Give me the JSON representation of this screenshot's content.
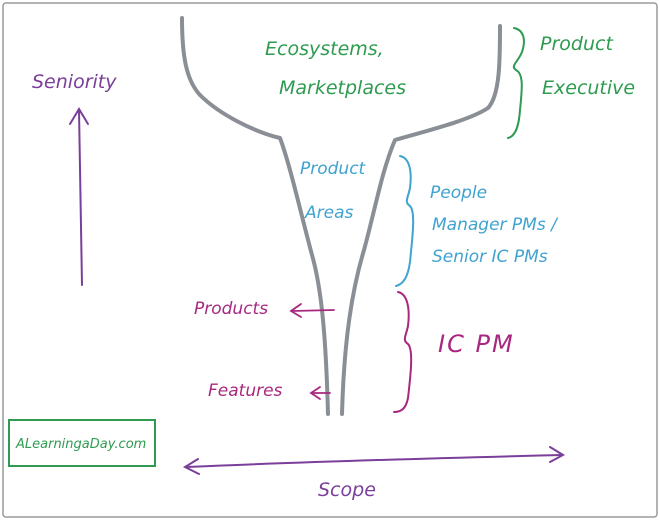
{
  "colors": {
    "funnel": "#8a8f95",
    "green": "#2e9b50",
    "blue": "#3fa3cf",
    "purple": "#7a3f9a",
    "magenta": "#a8287f",
    "border": "#9a9a9a"
  },
  "funnel": {
    "top_line1": "Ecosystems,",
    "top_line2": "Marketplaces",
    "mid_line1": "Product",
    "mid_line2": "Areas"
  },
  "roles": {
    "executive_line1": "Product",
    "executive_line2": "Executive",
    "manager_line1": "People",
    "manager_line2": "Manager PMs /",
    "manager_line3": "Senior IC PMs",
    "ic": "IC PM"
  },
  "labels": {
    "products": "Products",
    "features": "Features"
  },
  "axes": {
    "vertical": "Seniority",
    "horizontal": "Scope"
  },
  "logo": "ALearningaDay.com"
}
